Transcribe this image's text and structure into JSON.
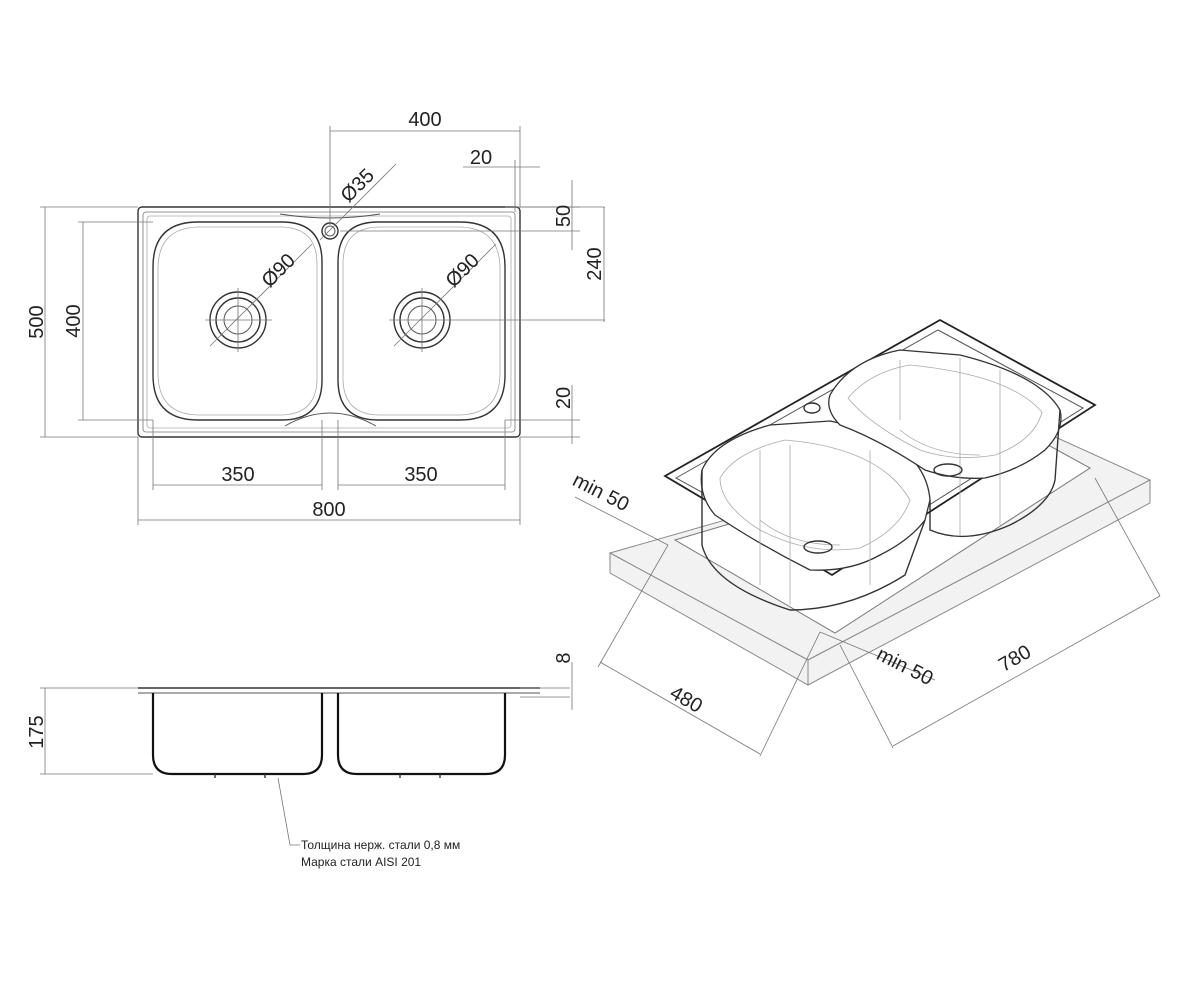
{
  "top_view": {
    "width_overall": "400",
    "offset_20": "20",
    "tap_hole": "Ø35",
    "offset_50": "50",
    "drain_left": "Ø90",
    "drain_right": "Ø90",
    "depth_240": "240",
    "total_depth": "500",
    "bowl_depth": "400",
    "rim_20": "20",
    "bowl_left_width": "350",
    "bowl_right_width": "350",
    "total_width": "800"
  },
  "side_view": {
    "rim_height": "8",
    "depth": "175",
    "note_line1": "Толщина нерж. стали 0,8 мм",
    "note_line2": "Марка стали AISI 201"
  },
  "iso_view": {
    "min_left": "min 50",
    "min_right": "min 50",
    "cut_depth": "480",
    "cut_width": "780"
  },
  "colors": {
    "line": "#222222",
    "panel": "#f2f2f2"
  }
}
